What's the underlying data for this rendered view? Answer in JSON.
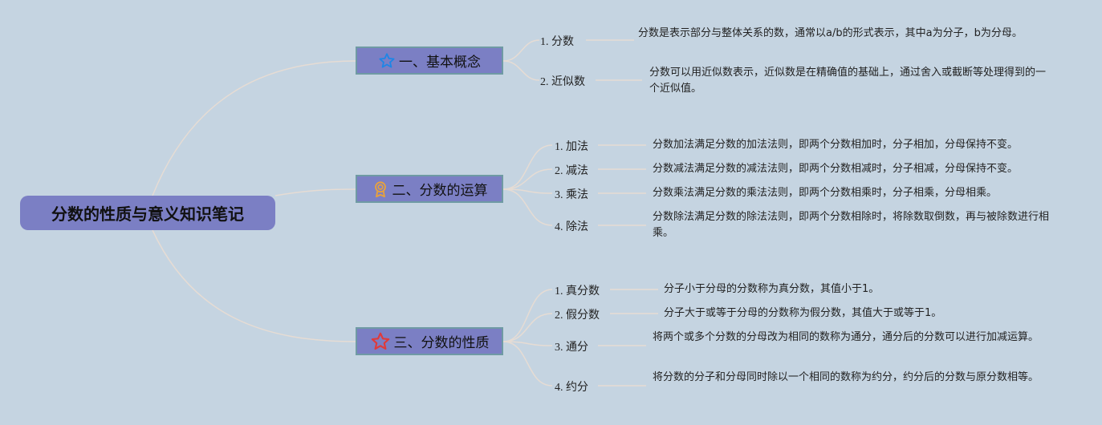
{
  "root": {
    "title": "分数的性质与意义知识笔记"
  },
  "branches": [
    {
      "icon": "star-outline-blue-icon",
      "title": "一、基本概念",
      "items": [
        {
          "label": "1. 分数",
          "desc": "分数是表示部分与整体关系的数，通常以a/b的形式表示，其中a为分子，b为分母。"
        },
        {
          "label": "2. 近似数",
          "desc": "分数可以用近似数表示，近似数是在精确值的基础上，通过舍入或截断等处理得到的一个近似值。"
        }
      ]
    },
    {
      "icon": "award-badge-icon",
      "title": "二、分数的运算",
      "items": [
        {
          "label": "1. 加法",
          "desc": "分数加法满足分数的加法法则，即两个分数相加时，分子相加，分母保持不变。"
        },
        {
          "label": "2. 减法",
          "desc": "分数减法满足分数的减法法则，即两个分数相减时，分子相减，分母保持不变。"
        },
        {
          "label": "3. 乘法",
          "desc": "分数乘法满足分数的乘法法则，即两个分数相乘时，分子相乘，分母相乘。"
        },
        {
          "label": "4. 除法",
          "desc": "分数除法满足分数的除法法则，即两个分数相除时，将除数取倒数，再与被除数进行相乘。"
        }
      ]
    },
    {
      "icon": "star-outline-red-icon",
      "title": "三、分数的性质",
      "items": [
        {
          "label": "1. 真分数",
          "desc": "分子小于分母的分数称为真分数，其值小于1。"
        },
        {
          "label": "2. 假分数",
          "desc": "分子大于或等于分母的分数称为假分数，其值大于或等于1。"
        },
        {
          "label": "3. 通分",
          "desc": "将两个或多个分数的分母改为相同的数称为通分，通分后的分数可以进行加减运算。"
        },
        {
          "label": "4. 约分",
          "desc": "将分数的分子和分母同时除以一个相同的数称为约分，约分后的分数与原分数相等。"
        }
      ]
    }
  ],
  "colors": {
    "background": "#c5d4e1",
    "node_fill": "#7b7fc4",
    "connector": "#e6dcd4"
  }
}
